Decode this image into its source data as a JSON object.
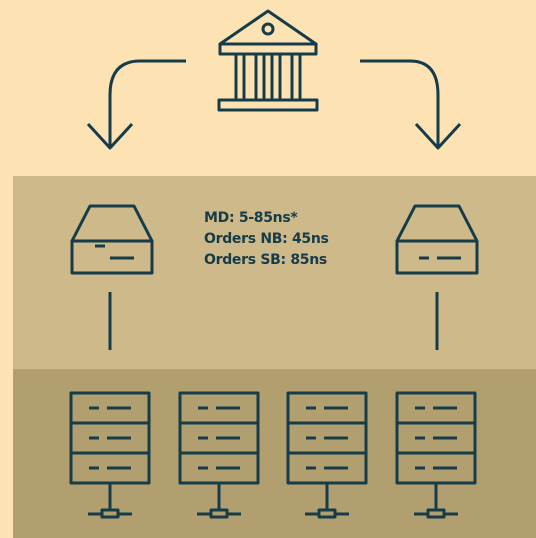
{
  "colors": {
    "background": "#fde3b4",
    "middle_band": "#cdb98a",
    "bottom_band": "#b19f70",
    "stroke": "#163c4a"
  },
  "nodes": {
    "exchange": {
      "icon": "bank-building-icon"
    },
    "gateways": [
      {
        "icon": "gateway-box-icon"
      },
      {
        "icon": "gateway-box-icon"
      }
    ],
    "servers": [
      {
        "icon": "server-rack-icon"
      },
      {
        "icon": "server-rack-icon"
      },
      {
        "icon": "server-rack-icon"
      },
      {
        "icon": "server-rack-icon"
      }
    ]
  },
  "latency": {
    "md": "MD: 5-85ns*",
    "orders_nb": "Orders NB: 45ns",
    "orders_sb": "Orders SB: 85ns"
  }
}
